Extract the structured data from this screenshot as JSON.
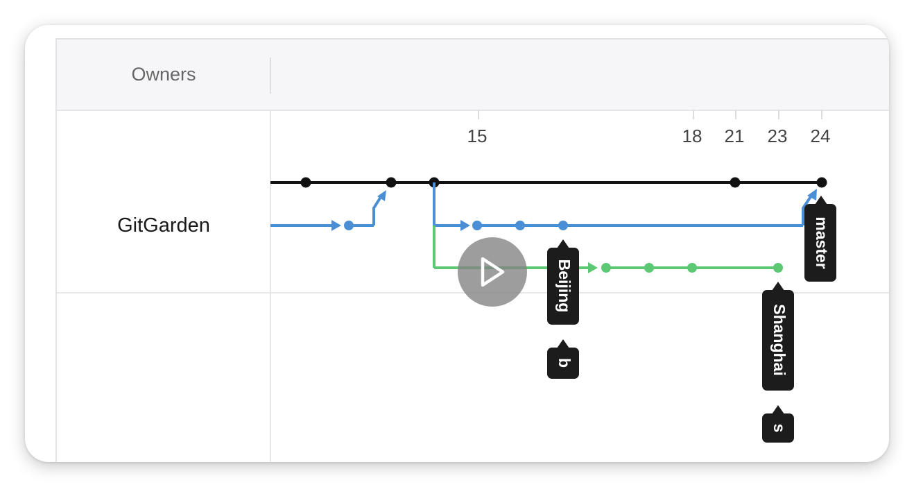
{
  "table": {
    "owners_header": "Owners",
    "repo_name": "GitGarden"
  },
  "timeline": {
    "ticks": [
      "15",
      "18",
      "21",
      "23",
      "24"
    ]
  },
  "labels": {
    "master": "master",
    "beijing": "Beijing",
    "b": "b",
    "shanghai": "Shanghai",
    "s": "s"
  },
  "colors": {
    "master_branch": "#111111",
    "beijing_branch": "#4a8fd6",
    "shanghai_branch": "#5cc874",
    "tag_background": "#1c1c1c"
  },
  "controls": {
    "play_icon": "play-icon"
  }
}
